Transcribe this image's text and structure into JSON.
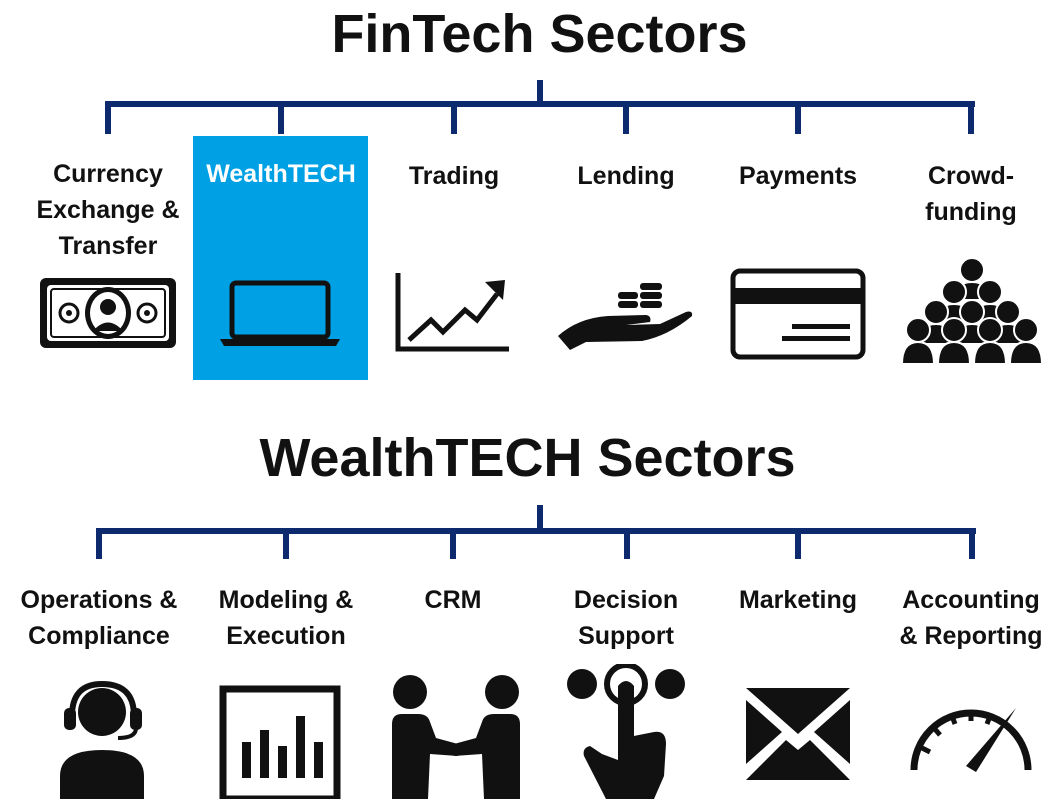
{
  "fintech": {
    "title": "FinTech Sectors",
    "sectors": [
      {
        "label": "Currency\nExchange &\nTransfer",
        "icon": "banknote-icon"
      },
      {
        "label": "WealthTECH",
        "icon": "laptop-icon",
        "highlighted": true
      },
      {
        "label": "Trading",
        "icon": "rising-chart-icon"
      },
      {
        "label": "Lending",
        "icon": "hand-with-coins-icon"
      },
      {
        "label": "Payments",
        "icon": "credit-card-icon"
      },
      {
        "label": "Crowd-\nfunding",
        "icon": "crowd-icon"
      }
    ]
  },
  "wealthtech": {
    "title": "WealthTECH Sectors",
    "sectors": [
      {
        "label": "Operations &\nCompliance",
        "icon": "headset-agent-icon"
      },
      {
        "label": "Modeling &\nExecution",
        "icon": "bar-chart-icon"
      },
      {
        "label": "CRM",
        "icon": "handshake-icon"
      },
      {
        "label": "Decision\nSupport",
        "icon": "pointing-hand-icon"
      },
      {
        "label": "Marketing",
        "icon": "envelope-icon"
      },
      {
        "label": "Accounting\n& Reporting",
        "icon": "speedometer-icon"
      }
    ]
  },
  "colors": {
    "connector": "#0E2A6E",
    "highlight": "#00A0E4",
    "highlight_text": "#FFFFFF",
    "text": "#111111",
    "icon": "#111111"
  }
}
